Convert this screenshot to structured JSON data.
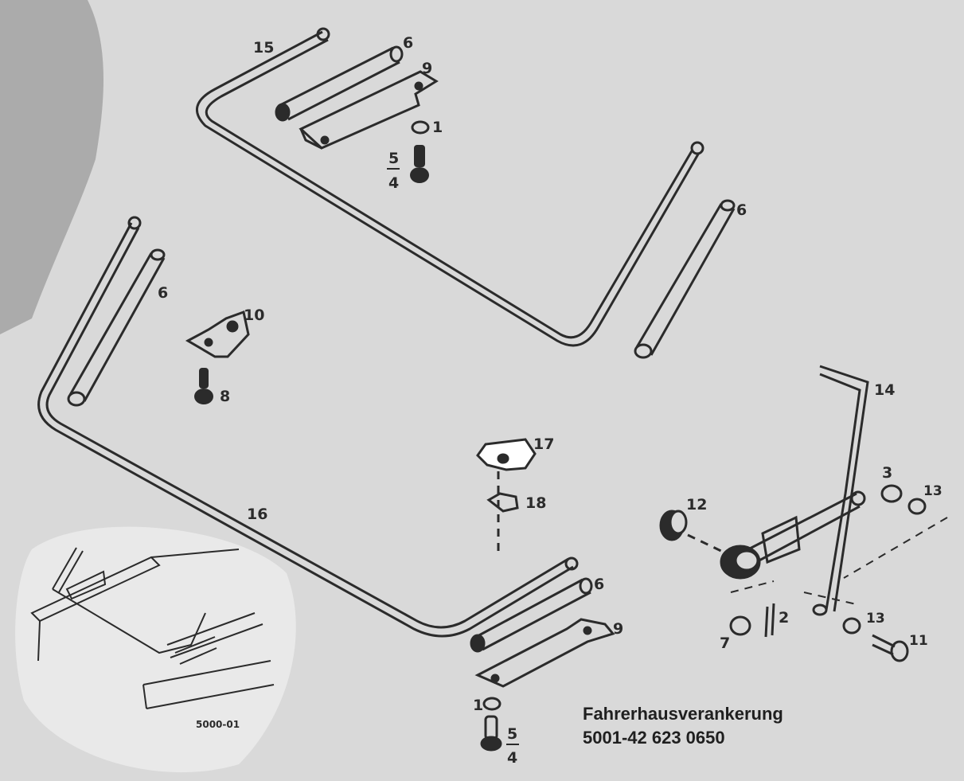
{
  "caption": {
    "title": "Fahrerhausverankerung",
    "number": "5001-42 623 0650"
  },
  "inset": {
    "code": "5000-01"
  },
  "callouts": {
    "c15": "15",
    "c6_top": "6",
    "c9_top": "9",
    "c1_top": "1",
    "c5_top": "5",
    "c4_top": "4",
    "c6_right": "6",
    "c6_left": "6",
    "c10": "10",
    "c8": "8",
    "c16": "16",
    "c17": "17",
    "c18": "18",
    "c6_bottom": "6",
    "c9_bottom": "9",
    "c1_bottom": "1",
    "c5_bottom": "5",
    "c4_bottom": "4",
    "c14": "14",
    "c3": "3",
    "c13_top": "13",
    "c12": "12",
    "c13_bottom": "13",
    "c11": "11",
    "c7": "7",
    "c2": "2"
  },
  "colors": {
    "background": "#d9d9d9",
    "ink": "#2b2b2b",
    "inset_background": "#e9e9e9",
    "left_shade": "#a9a9a9"
  }
}
